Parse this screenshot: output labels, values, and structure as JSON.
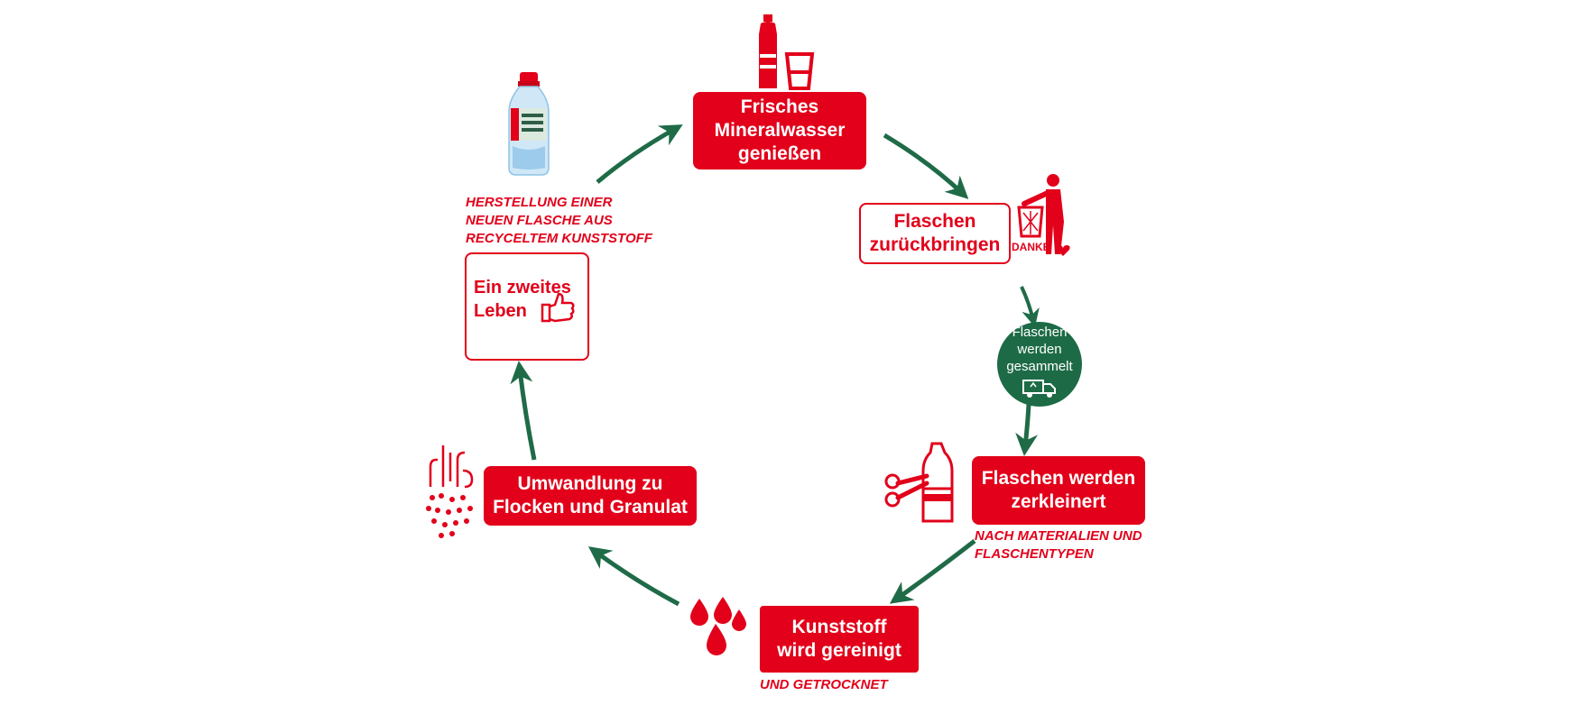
{
  "steps": {
    "enjoy": "Frisches\nMineralwasser\ngenießen",
    "return": "Flaschen\nzurückbringen",
    "collected": "Flaschen\nwerden\ngesammelt",
    "shredded": "Flaschen werden\nzerkleinert",
    "cleaned": "Kunststoff\nwird gereinigt",
    "flakes": "Umwandlung zu\nFlocken und Granulat",
    "second_life": "Ein zweites\nLeben"
  },
  "notes": {
    "new_bottle": "HERSTELLUNG EINER\nNEUEN FLASCHE AUS\nRECYCELTEM KUNSTSTOFF",
    "materials": "NACH MATERIALIEN UND\nFLASCHENTYPEN",
    "dried": "UND GETROCKNET",
    "thanks": "DANKE"
  },
  "colors": {
    "red": "#e2001a",
    "green": "#1d6b46",
    "arrow": "#1f6b47"
  },
  "icons": [
    "water-bottle-icon",
    "bottle-and-glass-icon",
    "person-trash-icon",
    "heart-icon",
    "recycling-truck-icon",
    "scissors-bottle-icon",
    "drops-icon",
    "steam-granulate-icon",
    "thumbs-up-icon"
  ]
}
